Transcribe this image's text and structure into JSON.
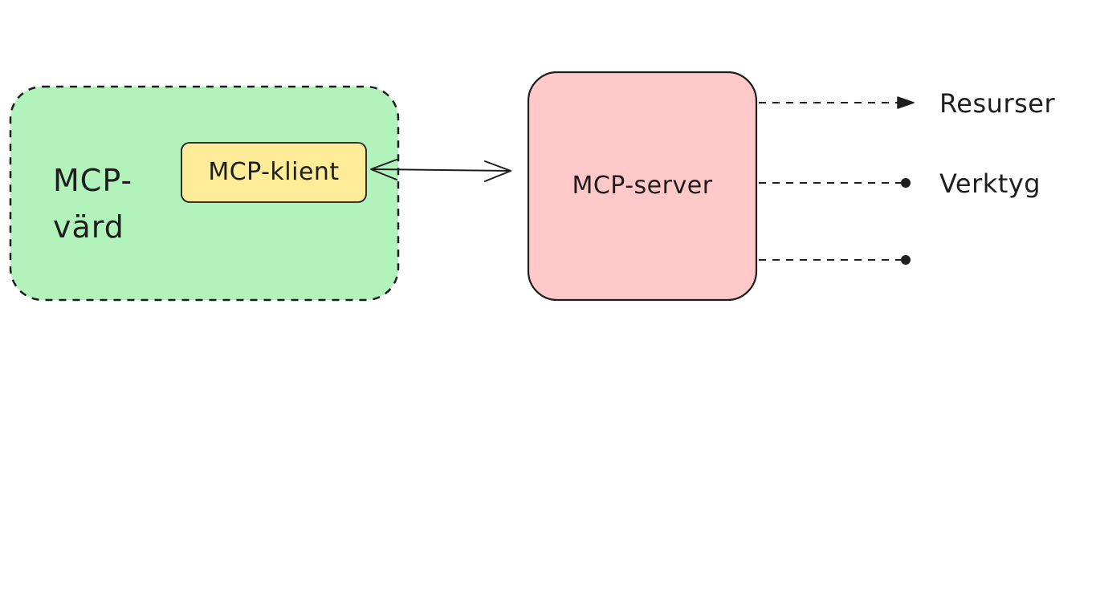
{
  "nodes": {
    "host": {
      "label": "MCP-\nvärd",
      "fill": "#b2f2bb",
      "border": "dashed"
    },
    "client": {
      "label": "MCP-klient",
      "fill": "#ffec99"
    },
    "server": {
      "label": "MCP-server",
      "fill": "#ffc9c9"
    }
  },
  "connections": {
    "client_server": {
      "direction": "bidirectional"
    }
  },
  "server_outputs": [
    {
      "label": "Resurser",
      "marker": "arrow"
    },
    {
      "label": "Verktyg",
      "marker": "dot"
    },
    {
      "label": "",
      "marker": "dot"
    }
  ],
  "colors": {
    "stroke": "#1e1e1e",
    "host_fill": "#b2f2bb",
    "client_fill": "#ffec99",
    "server_fill": "#ffc9c9",
    "background": "#ffffff"
  }
}
